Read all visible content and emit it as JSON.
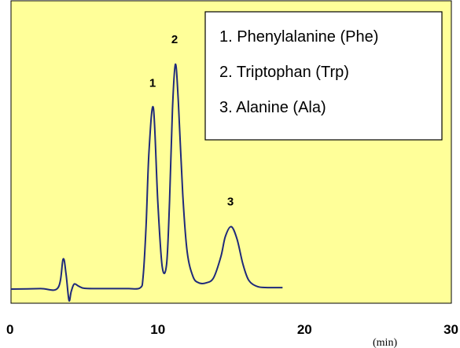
{
  "chart_data": {
    "type": "line",
    "title": "",
    "xlabel": "",
    "ylabel": "",
    "x_unit": "(min)",
    "xlim": [
      0,
      30
    ],
    "ylim": [
      0,
      1
    ],
    "grid": false,
    "x_ticks": [
      "0",
      "10",
      "20",
      "30"
    ],
    "legend_position": "top-right",
    "legend": [
      "1. Phenylalanine (Phe)",
      "2. Triptophan (Trp)",
      "3. Alanine (Ala)"
    ],
    "peaks": [
      {
        "label": "1",
        "x": 9.7,
        "y": 0.725
      },
      {
        "label": "2",
        "x": 11.2,
        "y": 0.9
      },
      {
        "label": "3",
        "x": 15.0,
        "y": 0.25
      }
    ],
    "series": [
      {
        "x": [
          0,
          2.0,
          3.2,
          3.55,
          3.75,
          3.95,
          4.1,
          4.3,
          4.6,
          5.0,
          6.0,
          7.0,
          8.0,
          8.8,
          9.0,
          9.2,
          9.4,
          9.7,
          10.0,
          10.3,
          10.6,
          10.8,
          11.0,
          11.2,
          11.4,
          11.7,
          12.0,
          12.4,
          12.8,
          13.3,
          13.8,
          14.3,
          14.6,
          15.0,
          15.4,
          15.8,
          16.2,
          16.8,
          17.5,
          18.5
        ],
        "y": [
          0.0,
          0.002,
          0.005,
          0.12,
          0.06,
          -0.045,
          -0.01,
          0.02,
          0.012,
          0.003,
          0.002,
          0.002,
          0.002,
          0.005,
          0.05,
          0.25,
          0.55,
          0.725,
          0.35,
          0.09,
          0.1,
          0.35,
          0.72,
          0.9,
          0.75,
          0.38,
          0.15,
          0.05,
          0.025,
          0.025,
          0.045,
          0.13,
          0.21,
          0.25,
          0.2,
          0.1,
          0.035,
          0.01,
          0.006,
          0.006
        ]
      }
    ],
    "colors": {
      "plot_background": "#ffff99",
      "line": "#1f2a7a",
      "frame": "#000000"
    }
  }
}
